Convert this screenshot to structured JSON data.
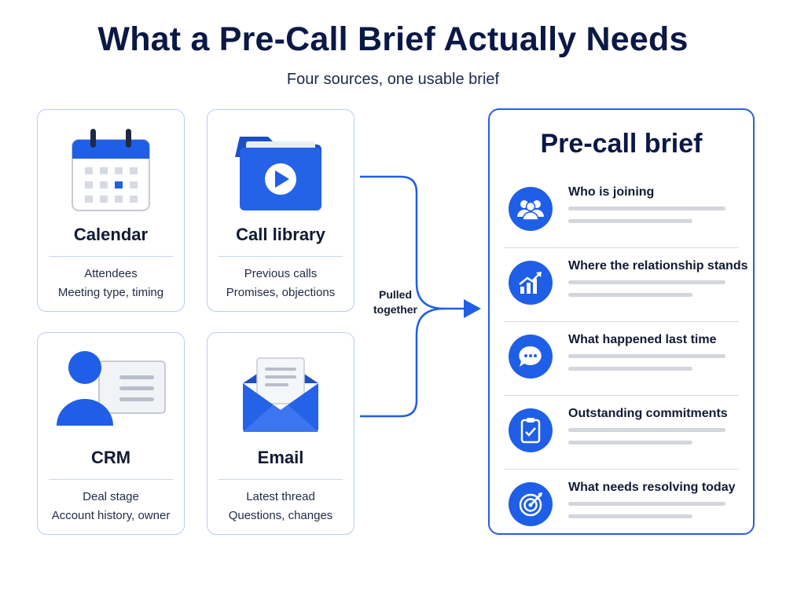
{
  "header": {
    "title": "What a Pre-Call Brief Actually Needs",
    "subtitle": "Four sources, one usable brief"
  },
  "sources": [
    {
      "name": "Calendar",
      "lines": [
        "Attendees",
        "Meeting type, timing"
      ],
      "icon": "calendar-icon"
    },
    {
      "name": "Call library",
      "lines": [
        "Previous calls",
        "Promises, objections"
      ],
      "icon": "video-folder-icon"
    },
    {
      "name": "CRM",
      "lines": [
        "Deal stage",
        "Account history, owner"
      ],
      "icon": "contact-card-icon"
    },
    {
      "name": "Email",
      "lines": [
        "Latest thread",
        "Questions, changes"
      ],
      "icon": "envelope-icon"
    }
  ],
  "connector": {
    "label_line1": "Pulled",
    "label_line2": "together"
  },
  "brief": {
    "title": "Pre-call brief",
    "items": [
      {
        "label": "Who is joining",
        "icon": "people-icon"
      },
      {
        "label": "Where the relationship stands",
        "icon": "growth-chart-icon"
      },
      {
        "label": "What happened last time",
        "icon": "chat-bubble-icon"
      },
      {
        "label": "Outstanding commitments",
        "icon": "clipboard-check-icon"
      },
      {
        "label": "What needs resolving today",
        "icon": "target-icon"
      }
    ]
  },
  "colors": {
    "accent": "#1f5ee6",
    "border": "#b9cdf0",
    "title": "#0b1846"
  }
}
